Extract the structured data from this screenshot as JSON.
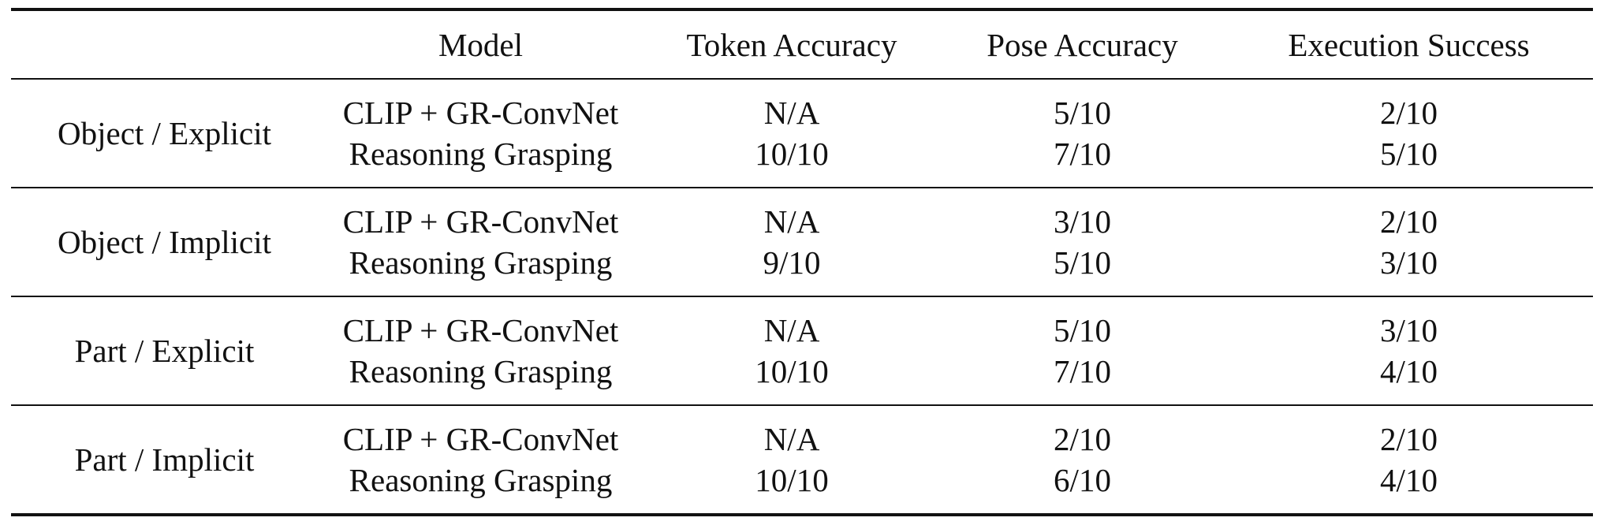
{
  "table": {
    "headers": [
      "",
      "Model",
      "Token Accuracy",
      "Pose Accuracy",
      "Execution Success"
    ],
    "groups": [
      {
        "label": "Object / Explicit",
        "rows": [
          {
            "model": "CLIP + GR-ConvNet",
            "token": "N/A",
            "pose": "5/10",
            "exec": "2/10"
          },
          {
            "model": "Reasoning Grasping",
            "token": "10/10",
            "pose": "7/10",
            "exec": "5/10"
          }
        ]
      },
      {
        "label": "Object / Implicit",
        "rows": [
          {
            "model": "CLIP + GR-ConvNet",
            "token": "N/A",
            "pose": "3/10",
            "exec": "2/10"
          },
          {
            "model": "Reasoning Grasping",
            "token": "9/10",
            "pose": "5/10",
            "exec": "3/10"
          }
        ]
      },
      {
        "label": "Part / Explicit",
        "rows": [
          {
            "model": "CLIP + GR-ConvNet",
            "token": "N/A",
            "pose": "5/10",
            "exec": "3/10"
          },
          {
            "model": "Reasoning Grasping",
            "token": "10/10",
            "pose": "7/10",
            "exec": "4/10"
          }
        ]
      },
      {
        "label": "Part / Implicit",
        "rows": [
          {
            "model": "CLIP + GR-ConvNet",
            "token": "N/A",
            "pose": "2/10",
            "exec": "2/10"
          },
          {
            "model": "Reasoning Grasping",
            "token": "10/10",
            "pose": "6/10",
            "exec": "4/10"
          }
        ]
      }
    ]
  }
}
